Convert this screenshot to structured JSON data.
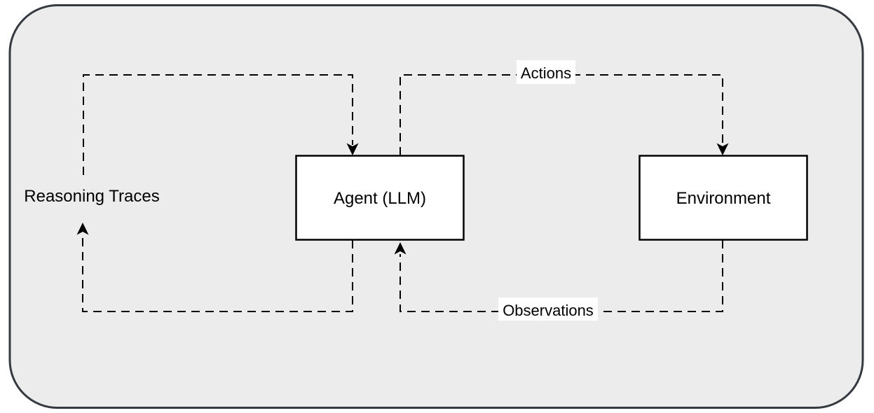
{
  "diagram": {
    "title": "Agent-Environment loop diagram",
    "canvas": {
      "fill": "#ececec",
      "stroke": "#343a40",
      "outer_background": "#ffffff"
    },
    "nodes": {
      "reasoning_traces": {
        "label": "Reasoning Traces",
        "kind": "text"
      },
      "agent": {
        "label": "Agent (LLM)",
        "kind": "box",
        "fill": "#ffffff",
        "stroke": "#000000"
      },
      "environment": {
        "label": "Environment",
        "kind": "box",
        "fill": "#ffffff",
        "stroke": "#000000"
      }
    },
    "edges": {
      "actions": {
        "label": "Actions",
        "from": "Agent (LLM)",
        "to": "Environment",
        "style": "dashed",
        "label_background": "#ffffff"
      },
      "observations": {
        "label": "Observations",
        "from": "Environment",
        "to": "Agent (LLM)",
        "style": "dashed",
        "label_background": "#ffffff"
      },
      "agent_to_reasoning": {
        "label": "",
        "from": "Agent (LLM)",
        "to": "Reasoning Traces",
        "style": "dashed"
      },
      "reasoning_to_agent": {
        "label": "",
        "from": "Reasoning Traces",
        "to": "Agent (LLM)",
        "style": "dashed"
      }
    },
    "colors": {
      "line": "#000000",
      "text": "#000000"
    }
  }
}
